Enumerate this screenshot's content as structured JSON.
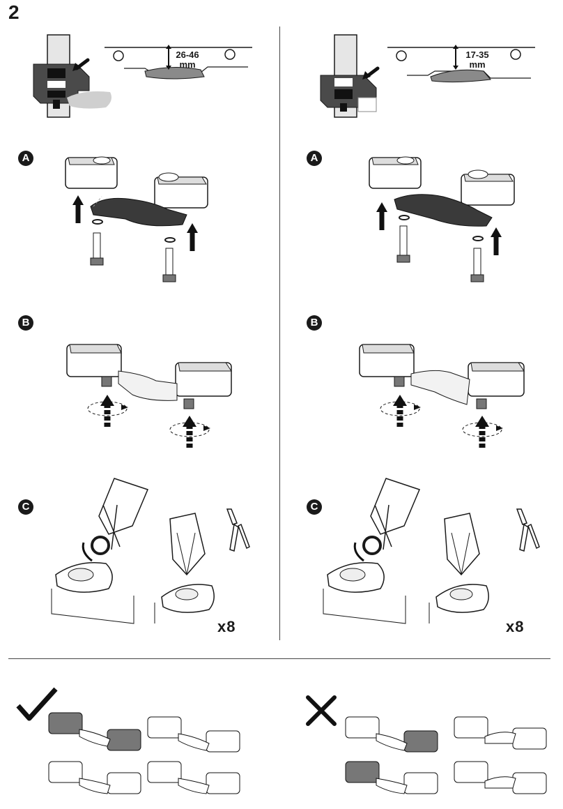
{
  "step": {
    "number": "2"
  },
  "left": {
    "range": {
      "value": "26-46",
      "unit": "mm"
    },
    "sub_steps": [
      "A",
      "B",
      "C"
    ],
    "multiplier": "x8"
  },
  "right": {
    "range": {
      "value": "17-35",
      "unit": "mm"
    },
    "sub_steps": [
      "A",
      "B",
      "C"
    ],
    "multiplier": "x8"
  },
  "icons": {
    "correct": "check-mark-icon",
    "incorrect": "cross-mark-icon",
    "tool": "pliers-icon",
    "ring": "circlip-icon"
  },
  "colors": {
    "ink": "#1a1a1a",
    "dark_part": "#3a3a3a",
    "light_part": "#d9d9d9",
    "paper": "#ffffff"
  }
}
